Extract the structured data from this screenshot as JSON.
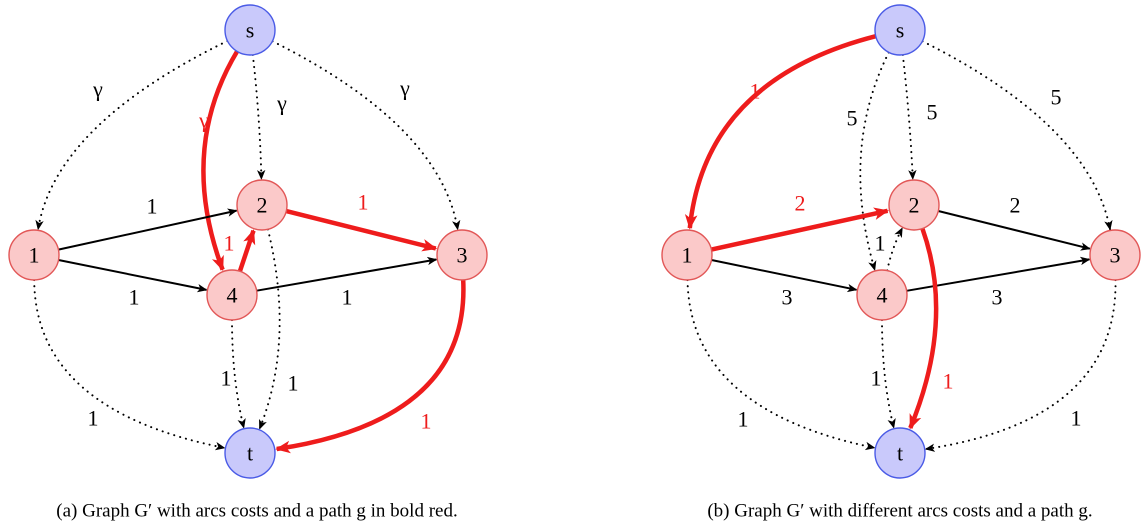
{
  "colors": {
    "source_sink_fill": "#c9c9fb",
    "source_sink_stroke": "#4a5be6",
    "inner_fill": "#fbc9c9",
    "inner_stroke": "#e25757",
    "path_edge": "#ee1c1c",
    "edge": "#000000"
  },
  "panels": [
    {
      "caption": "(a) Graph G′ with arcs costs and a path g in bold red.",
      "nodes": [
        {
          "id": "s",
          "label": "s",
          "kind": "terminal"
        },
        {
          "id": "1",
          "label": "1",
          "kind": "inner"
        },
        {
          "id": "2",
          "label": "2",
          "kind": "inner"
        },
        {
          "id": "3",
          "label": "3",
          "kind": "inner"
        },
        {
          "id": "4",
          "label": "4",
          "kind": "inner"
        },
        {
          "id": "t",
          "label": "t",
          "kind": "terminal"
        }
      ],
      "edges": [
        {
          "from": "s",
          "to": "1",
          "style": "dotted",
          "label": "γ"
        },
        {
          "from": "s",
          "to": "2",
          "style": "dotted",
          "label": "γ"
        },
        {
          "from": "s",
          "to": "3",
          "style": "dotted",
          "label": "γ"
        },
        {
          "from": "s",
          "to": "4",
          "style": "path",
          "label": "γ"
        },
        {
          "from": "1",
          "to": "2",
          "style": "solid",
          "label": "1"
        },
        {
          "from": "1",
          "to": "4",
          "style": "solid",
          "label": "1"
        },
        {
          "from": "4",
          "to": "2",
          "style": "path",
          "label": "1"
        },
        {
          "from": "2",
          "to": "3",
          "style": "path",
          "label": "1"
        },
        {
          "from": "4",
          "to": "3",
          "style": "solid",
          "label": "1"
        },
        {
          "from": "1",
          "to": "t",
          "style": "dotted",
          "label": "1"
        },
        {
          "from": "4",
          "to": "t",
          "style": "dotted",
          "label": "1"
        },
        {
          "from": "2",
          "to": "t",
          "style": "dotted",
          "label": "1"
        },
        {
          "from": "3",
          "to": "t",
          "style": "path",
          "label": "1"
        }
      ]
    },
    {
      "caption": "(b) Graph G′ with different arcs costs and a path g.",
      "nodes": [
        {
          "id": "s",
          "label": "s",
          "kind": "terminal"
        },
        {
          "id": "1",
          "label": "1",
          "kind": "inner"
        },
        {
          "id": "2",
          "label": "2",
          "kind": "inner"
        },
        {
          "id": "3",
          "label": "3",
          "kind": "inner"
        },
        {
          "id": "4",
          "label": "4",
          "kind": "inner"
        },
        {
          "id": "t",
          "label": "t",
          "kind": "terminal"
        }
      ],
      "edges": [
        {
          "from": "s",
          "to": "1",
          "style": "path",
          "label": "1"
        },
        {
          "from": "s",
          "to": "4",
          "style": "dotted",
          "label": "5"
        },
        {
          "from": "s",
          "to": "2",
          "style": "dotted",
          "label": "5"
        },
        {
          "from": "s",
          "to": "3",
          "style": "dotted",
          "label": "5"
        },
        {
          "from": "1",
          "to": "2",
          "style": "path",
          "label": "2"
        },
        {
          "from": "1",
          "to": "4",
          "style": "solid",
          "label": "3"
        },
        {
          "from": "4",
          "to": "2",
          "style": "dotted",
          "label": "1"
        },
        {
          "from": "2",
          "to": "3",
          "style": "solid",
          "label": "2"
        },
        {
          "from": "4",
          "to": "3",
          "style": "solid",
          "label": "3"
        },
        {
          "from": "2",
          "to": "t",
          "style": "path",
          "label": "1"
        },
        {
          "from": "1",
          "to": "t",
          "style": "dotted",
          "label": "1"
        },
        {
          "from": "4",
          "to": "t",
          "style": "dotted",
          "label": "1"
        },
        {
          "from": "3",
          "to": "t",
          "style": "dotted",
          "label": "1"
        }
      ]
    }
  ]
}
